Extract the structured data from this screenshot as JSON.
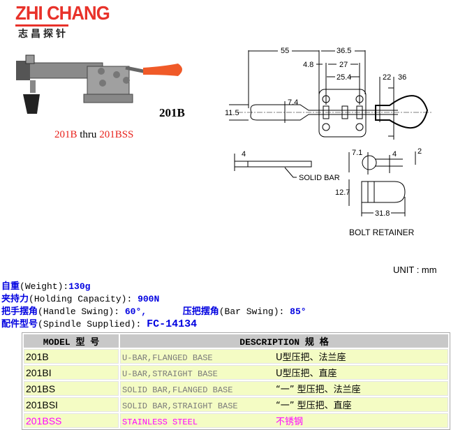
{
  "logo": {
    "text": "ZHI CHANG",
    "subtitle": "志昌探针"
  },
  "product": {
    "model_tag": "201B",
    "range_start": "201B",
    "range_word": "thru",
    "range_end": "201BSS"
  },
  "drawing": {
    "dims": {
      "d55": "55",
      "d36_5": "36.5",
      "d4_8": "4.8",
      "d27": "27",
      "d25_4": "25.4",
      "d22": "22",
      "d36": "36",
      "d7_4": "7.4",
      "d11_5": "11.5",
      "d4a": "4",
      "d7_1": "7.1",
      "d4b": "4",
      "d2": "2",
      "d12_7": "12.7",
      "d31_8": "31.8"
    },
    "solid_bar_label": "SOLID BAR",
    "bolt_retainer_label": "BOLT RETAINER",
    "unit": "UNIT : mm"
  },
  "specs": {
    "weight": {
      "cn": "自重",
      "en": "(Weight):",
      "value": "130g"
    },
    "holding": {
      "cn": "夹持力",
      "en": "(Holding Capacity):",
      "value": "900N"
    },
    "handle_swing": {
      "cn": "把手摆角",
      "en": "(Handle Swing):",
      "value": "60°,"
    },
    "bar_swing": {
      "cn": "压把摆角",
      "en": "(Bar Swing):",
      "value": "85°"
    },
    "spindle": {
      "cn": "配件型号",
      "en": "(Spindle Supplied):",
      "value": "FC-14134"
    }
  },
  "table": {
    "headers": {
      "model": "MODEL  型 号",
      "description": "DESCRIPTION    规 格"
    },
    "rows": [
      {
        "model": "201B",
        "en": "U-BAR,FLANGED BASE",
        "zh": "U型压把、法兰座"
      },
      {
        "model": "201BI",
        "en": "U-BAR,STRAIGHT BASE",
        "zh": "U型压把、直座"
      },
      {
        "model": "201BS",
        "en": "SOLID BAR,FLANGED BASE",
        "zh": "“一” 型压把、法兰座"
      },
      {
        "model": "201BSI",
        "en": "SOLID BAR,STRAIGHT BASE",
        "zh": "“一” 型压把、直座"
      },
      {
        "model": "201BSS",
        "en": "STAINLESS STEEL",
        "zh": "不锈钢"
      }
    ]
  },
  "colors": {
    "logo_red": "#e8322a",
    "spec_blue": "#0000e0",
    "highlight_magenta": "#ff00ff",
    "row_bg": "#f4fcc4",
    "header_bg": "#c8c8c8"
  }
}
